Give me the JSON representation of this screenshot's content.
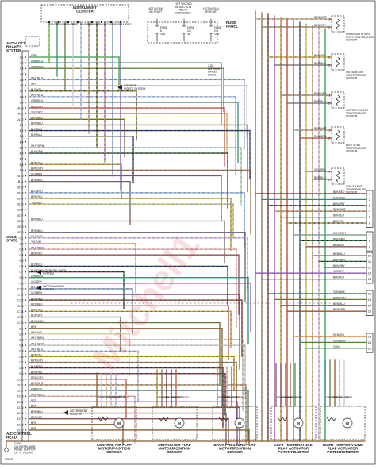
{
  "header": {
    "instrument_cluster": "INSTRUMENT\nCLUSTER",
    "hot_run": "HOT IN RUN\nOR START",
    "hot_wdead": "HOT W/LOAD\nREDUCTION\nRELAY\nENERGIZED",
    "hot_run2": "HOT IN RUN\nOR START",
    "fuse_panel": "FUSE\nPANEL",
    "fuses": [
      {
        "name": "FUSE\n6",
        "rating": "10A"
      },
      {
        "name": "FUSE\n2/6",
        "rating": "3A"
      },
      {
        "name": "FUSE\n2/1",
        "rating": "10A"
      }
    ],
    "dual_drive": "2-SL\nW/FRONT\nWHEEL\nDRIVE"
  },
  "left_components": {
    "antilock": "ANTI-LOCK\nBRAKES\nSYSTEM",
    "solid_state": "SOLID\nSTATE",
    "ac_control_head": "A/C CONTROL\nHEAD",
    "ground_label": "G300\nON INSTRUMENT\nPANEL SUPPORT\nOF \"A\" PILLAR",
    "diagram_id": "131102"
  },
  "left_pins": [
    {
      "pin": "A1",
      "wire": "GRN"
    },
    {
      "pin": "A2",
      "wire": "GRN/BLU"
    },
    {
      "pin": "A3",
      "wire": "GRN/RED"
    },
    {
      "pin": "A4",
      "wire": ""
    },
    {
      "pin": "A5",
      "wire": "WHT/BLU"
    },
    {
      "pin": "A6",
      "wire": "WHT"
    },
    {
      "pin": "A7",
      "wire": "BLK/YEL"
    },
    {
      "pin": "A8",
      "wire": "WHT/BLU"
    },
    {
      "pin": "A9",
      "wire": "GRN/BLU"
    },
    {
      "pin": "A10",
      "wire": "RED/GRY"
    },
    {
      "pin": "A11",
      "wire": "YEL/GRY"
    },
    {
      "pin": "A12",
      "wire": "BRN/BLU"
    },
    {
      "pin": "B1",
      "wire": "BRN/BLU"
    },
    {
      "pin": "B2",
      "wire": "BLK/BLU"
    },
    {
      "pin": "B3",
      "wire": "BLK/BLU"
    },
    {
      "pin": "B4",
      "wire": ""
    },
    {
      "pin": "B5",
      "wire": "WHT/GRN"
    },
    {
      "pin": "B6",
      "wire": "BLK/GRN"
    },
    {
      "pin": "B7",
      "wire": ""
    },
    {
      "pin": "B8",
      "wire": "BRN/YEL"
    },
    {
      "pin": "B9",
      "wire": "BRN/GRY"
    },
    {
      "pin": "B10",
      "wire": "VIO/BRN"
    },
    {
      "pin": "B11",
      "wire": "BRN/BLU"
    },
    {
      "pin": "B12",
      "wire": ""
    },
    {
      "pin": "B13",
      "wire": "BLU/WHT"
    },
    {
      "pin": "B14",
      "wire": "BRN/YEL"
    },
    {
      "pin": "B15",
      "wire": "YEL/BLU"
    },
    {
      "pin": "B16",
      "wire": ""
    },
    {
      "pin": "B17",
      "wire": ""
    },
    {
      "pin": "B18",
      "wire": "BRN/BLU"
    },
    {
      "pin": "B19",
      "wire": ""
    },
    {
      "pin": "B20",
      "wire": "BRN/BLU"
    },
    {
      "pin": "C1",
      "wire": "WHT/VIO"
    },
    {
      "pin": "C2",
      "wire": "YEL/VIO"
    },
    {
      "pin": "C3",
      "wire": "WHT/RED"
    },
    {
      "pin": "C4",
      "wire": "BRN/VIO"
    },
    {
      "pin": "C5",
      "wire": ""
    },
    {
      "pin": "C6",
      "wire": "BLK/BLU"
    },
    {
      "pin": "C7",
      "wire": "BLK/GRN"
    },
    {
      "pin": "C8",
      "wire": "GRN/BLU"
    },
    {
      "pin": "C9",
      "wire": "VIO/GRY"
    },
    {
      "pin": "C10",
      "wire": "BLU/YEL"
    },
    {
      "pin": "C11",
      "wire": "VIO/BRN"
    },
    {
      "pin": "C12",
      "wire": "BLK/RED"
    },
    {
      "pin": "C13",
      "wire": "RED/BLU"
    },
    {
      "pin": "C14",
      "wire": "BRN/YEL"
    },
    {
      "pin": "C15",
      "wire": "BLK/GRY"
    },
    {
      "pin": "C16",
      "wire": "BRN/GRN"
    },
    {
      "pin": "D1",
      "wire": "BRN"
    },
    {
      "pin": "D2",
      "wire": "WHT/YEL"
    },
    {
      "pin": "D3",
      "wire": "WHT/BRN"
    },
    {
      "pin": "D4",
      "wire": "WHT/GRY"
    },
    {
      "pin": "D5",
      "wire": "WHT/BLU"
    },
    {
      "pin": "D6",
      "wire": "BRN/YEL"
    },
    {
      "pin": "D7",
      "wire": "BRN/GRY"
    },
    {
      "pin": "D8",
      "wire": "BLK/RED"
    },
    {
      "pin": "D9",
      "wire": "BLK/RED"
    },
    {
      "pin": "D10",
      "wire": "RED/GRY"
    },
    {
      "pin": "D11",
      "wire": "BRN/WHT"
    },
    {
      "pin": "D12",
      "wire": "GRN/VIO"
    },
    {
      "pin": "D13",
      "wire": "WHT/RED"
    },
    {
      "pin": "D14",
      "wire": "VIO"
    },
    {
      "pin": "D15",
      "wire": "BRN"
    },
    {
      "pin": "D16",
      "wire": "BRN/BLU"
    },
    {
      "pin": "D17",
      "wire": "BRN/VIO"
    },
    {
      "pin": "D18",
      "wire": "BRN"
    },
    {
      "pin": "D19",
      "wire": "BRN"
    }
  ],
  "callouts": [
    {
      "text": "INTERIOR\nLIGHTS SYSTEM"
    },
    {
      "text": "INTERIOR LIGHTS\nSYSTEM"
    },
    {
      "text": "WIPER/WASHER\nSYSTEM"
    },
    {
      "text": "INSTRUMENT\nCLUSTER"
    }
  ],
  "right_sensors": [
    {
      "label": "FRESH AIR INTAKE\nDUCT TEMPERATURE\nSENSOR",
      "wires": [
        "BRN/WHT",
        "BRN/GRY"
      ]
    },
    {
      "label": "OUTSIDE AIR\nTEMPERATURE\nSENSOR",
      "wires": [
        "BRN/YEL",
        "BRN/BLU"
      ]
    },
    {
      "label": "CENTER OUTLET\nTEMPERATURE\nSENSOR",
      "wires": [
        "BRN/GRY",
        "BRN/BLU"
      ]
    },
    {
      "label": "LEFT VENT\nTEMPERATURE\nSENSOR",
      "wires": [
        "BRN/WHT",
        "RED/BRN"
      ]
    },
    {
      "label": "RIGHT VENT\nTEMPERATURE\nSENSOR",
      "wires": [
        "VIO/BRN",
        "BRN/BLU"
      ]
    }
  ],
  "right_connector_groups": [
    {
      "wires": [
        "BLK/RED",
        "GRN/BLU",
        "BLK/GRY",
        "BRN/WHT",
        "BLK/BLU",
        "BLK/YEL"
      ],
      "pins": [
        "1",
        "2",
        "3",
        "4",
        "5",
        "6"
      ]
    },
    {
      "wires": [
        "GRY/GRN",
        "BLK/GRN",
        "BRN/VIO"
      ],
      "pins": [
        "7",
        "8",
        "9"
      ]
    },
    {
      "wires": [
        "BRN/BLU",
        "BLK/GRN",
        "BLK/GRY",
        "VIO/GRY",
        "BLK/BLU"
      ],
      "pins": [
        "10",
        "11",
        "12",
        "13",
        "14"
      ]
    },
    {
      "wires": [
        "GRN/BLK",
        "BRN/GRN",
        "BRN/BLU",
        "BRN/RED"
      ],
      "pins": [
        "15",
        "16",
        "17",
        "18"
      ]
    },
    {
      "wires": [
        "RED/YEL",
        "GRN/BRN",
        "GRN"
      ],
      "pins": [
        "19",
        "20",
        "21"
      ]
    }
  ],
  "bottom_motors": [
    {
      "label": "CENTRAL AIR FLAP\nMOTOR/POSITION\nSENSOR"
    },
    {
      "label": "DEFROSTER FLAP\nMOTOR/POSITION\nSENSOR"
    },
    {
      "label": "BACK PRESSURE FLAP\nMOTOR/POSITION\nSENSOR"
    },
    {
      "label": "LEFT TEMPERATURE\nFLAP ACTUATOR\nPOTENTIOMETER"
    },
    {
      "label": "RIGHT TEMPERATURE\nFLAP ACTUATOR\nPOTENTIOMETER"
    }
  ],
  "watermark": "Mitchell1"
}
